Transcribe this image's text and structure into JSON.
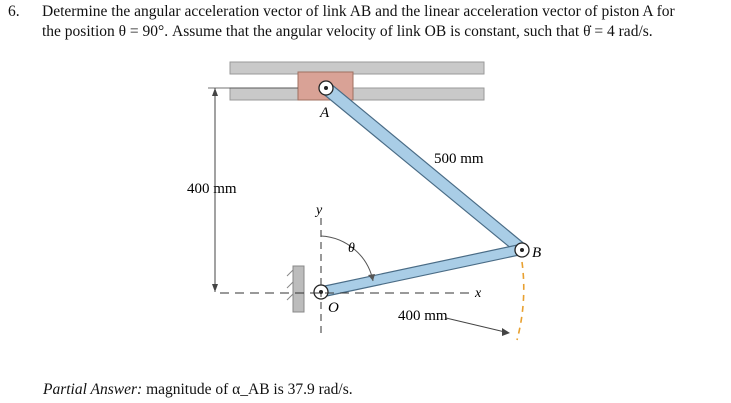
{
  "problem": {
    "number": "6.",
    "line1": "Determine the angular acceleration vector of link AB and the linear acceleration vector of piston A for",
    "line2": "the position θ = 90°.  Assume that the angular velocity of link OB is constant, such that θ̇ = 4 rad/s."
  },
  "figure": {
    "label_A": "A",
    "label_B": "B",
    "label_O": "O",
    "label_x": "x",
    "label_y": "y",
    "label_theta": "θ",
    "dim_AB": "500 mm",
    "dim_OB": "400 mm",
    "dim_height": "400 mm",
    "colors": {
      "rail": "#c9c9c9",
      "piston": "#d9a296",
      "link_fill": "#a9cde6",
      "link_stroke": "#4a6c86",
      "arc": "#e8a030",
      "wall": "#bcbcbc"
    }
  },
  "partial_answer": {
    "label": "Partial Answer:",
    "text": " magnitude of α_AB is 37.9 rad/s."
  }
}
